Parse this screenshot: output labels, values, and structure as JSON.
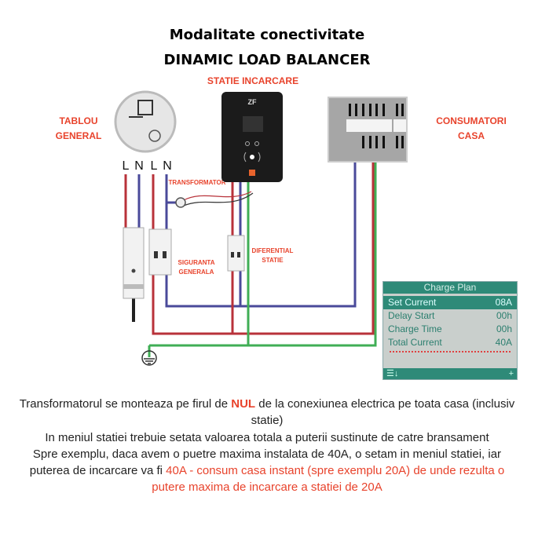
{
  "title": {
    "line1": "Modalitate conectivitate",
    "line2": "DINAMIC LOAD BALANCER"
  },
  "labels": {
    "statie_incarcare": "STATIE INCARCARE",
    "tablou_general": [
      "TABLOU",
      "GENERAL"
    ],
    "consumatori_casa": [
      "CONSUMATORI",
      "CASA"
    ],
    "transformator": "TRANSFORMATOR",
    "siguranta_generala": [
      "SIGURANTA",
      "GENERALA"
    ],
    "diferential_statie": [
      "DIFERENTIAL",
      "STATIE"
    ],
    "wires": [
      "L",
      "N",
      "L",
      "N"
    ],
    "charger_brand": "ZF"
  },
  "charge_plan": {
    "title": "Charge Plan",
    "rows": [
      {
        "label": "Set Current",
        "value": "08A"
      },
      {
        "label": "Delay Start",
        "value": "00h"
      },
      {
        "label": "Charge Time",
        "value": "00h"
      },
      {
        "label": "Total Current",
        "value": "40A"
      }
    ],
    "footer_left": "☰↓",
    "footer_right": "+"
  },
  "notes": {
    "p1_a": "Transformatorul se monteaza pe firul de ",
    "p1_b": "NUL",
    "p1_c": " de la conexiunea electrica pe toata casa (inclusiv statie)",
    "p2": "In meniul statiei trebuie setata valoarea totala a puterii sustinute de catre bransament",
    "p3_a": "Spre exemplu, daca avem o puetre maxima instalata de 40A, o setam in meniul statiei, iar puterea de incarcare va fi ",
    "p3_b": "40A - consum casa instant (spre exemplu 20A) de unde rezulta o putere maxima de incarcare a statiei de 20A"
  },
  "colors": {
    "accent": "#e8432c",
    "live": "#b8323a",
    "neutral": "#4a4a9a",
    "earth": "#3fae55",
    "lcd": "#2e8a78"
  }
}
